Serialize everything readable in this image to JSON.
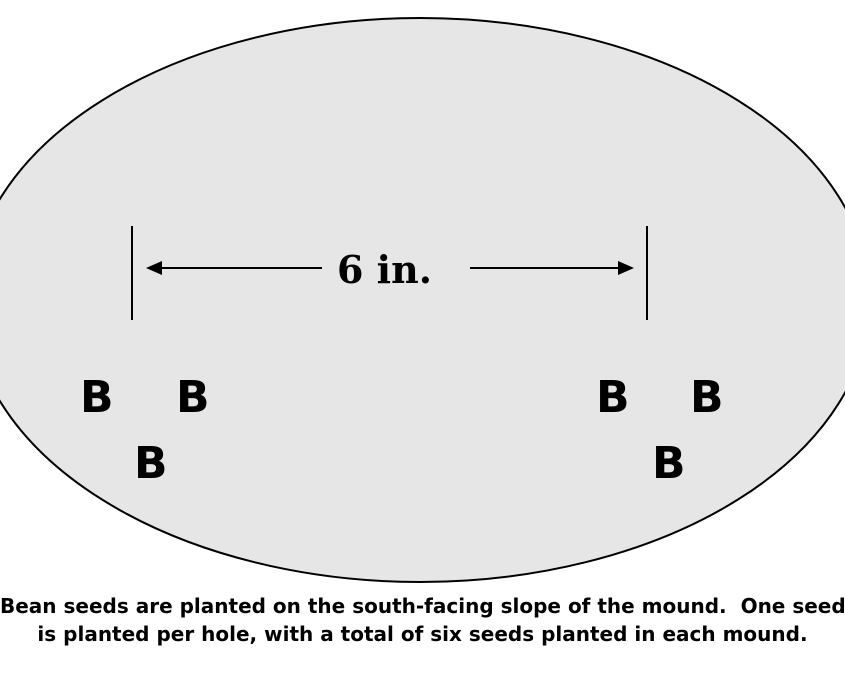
{
  "diagram": {
    "distance_label": "6 in.",
    "seed_label": "B",
    "caption_line1": "Bean seeds are planted on the south-facing slope of the mound.  One seed",
    "caption_line2": "is planted per hole, with a total of six seeds planted in each mound.",
    "mound_fill": "#e6e6e6"
  }
}
